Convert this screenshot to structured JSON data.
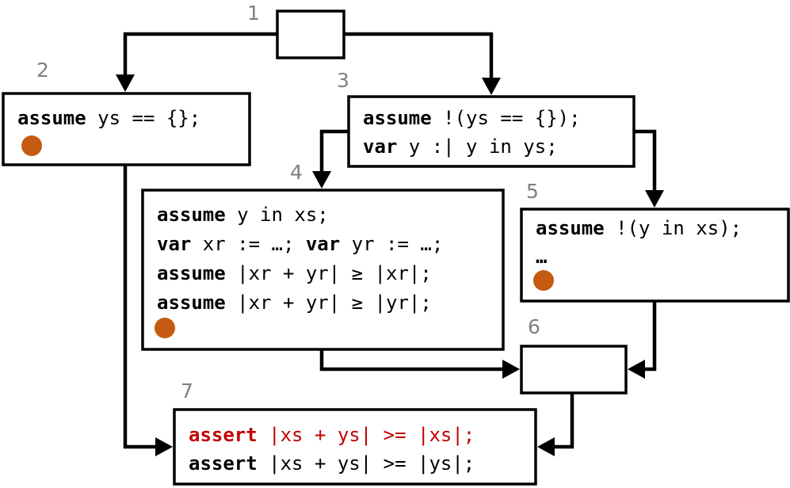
{
  "colors": {
    "box_stroke": "#000000",
    "label_gray": "#7f7f7f",
    "failing_assert": "#c00000",
    "dot": "#c55a11"
  },
  "nodes": [
    {
      "id": "1",
      "number": "1",
      "lines": []
    },
    {
      "id": "2",
      "number": "2",
      "lines": [
        {
          "keyword": "assume",
          "rest": " ys == {};"
        }
      ],
      "marked": true
    },
    {
      "id": "3",
      "number": "3",
      "lines": [
        {
          "keyword": "assume",
          "rest": " !(ys == {});"
        },
        {
          "keyword": "var",
          "rest": " y :| y in ys;"
        }
      ]
    },
    {
      "id": "4",
      "number": "4",
      "lines": [
        {
          "keyword": "assume",
          "rest": " y in xs;"
        },
        {
          "keyword": "var",
          "mid": " xr := …; ",
          "keyword2": "var",
          "rest": " yr := …;"
        },
        {
          "keyword": "assume",
          "rest": " |xr + yr| ≥ |xr|;"
        },
        {
          "keyword": "assume",
          "rest": " |xr + yr| ≥ |yr|;"
        }
      ],
      "marked": true
    },
    {
      "id": "5",
      "number": "5",
      "lines": [
        {
          "keyword": "assume",
          "rest": " !(y in xs);"
        },
        {
          "keyword": "",
          "rest": "…"
        }
      ],
      "marked": true
    },
    {
      "id": "6",
      "number": "6",
      "lines": []
    },
    {
      "id": "7",
      "number": "7",
      "lines": [
        {
          "keyword": "assert",
          "rest": " |xs + ys| >= |xs|;",
          "failing": true
        },
        {
          "keyword": "assert",
          "rest": " |xs + ys| >= |ys|;"
        }
      ]
    }
  ],
  "edges": [
    {
      "from": "1",
      "to": "2"
    },
    {
      "from": "1",
      "to": "3"
    },
    {
      "from": "3",
      "to": "4"
    },
    {
      "from": "3",
      "to": "5"
    },
    {
      "from": "4",
      "to": "6"
    },
    {
      "from": "5",
      "to": "6"
    },
    {
      "from": "2",
      "to": "7"
    },
    {
      "from": "6",
      "to": "7"
    }
  ]
}
